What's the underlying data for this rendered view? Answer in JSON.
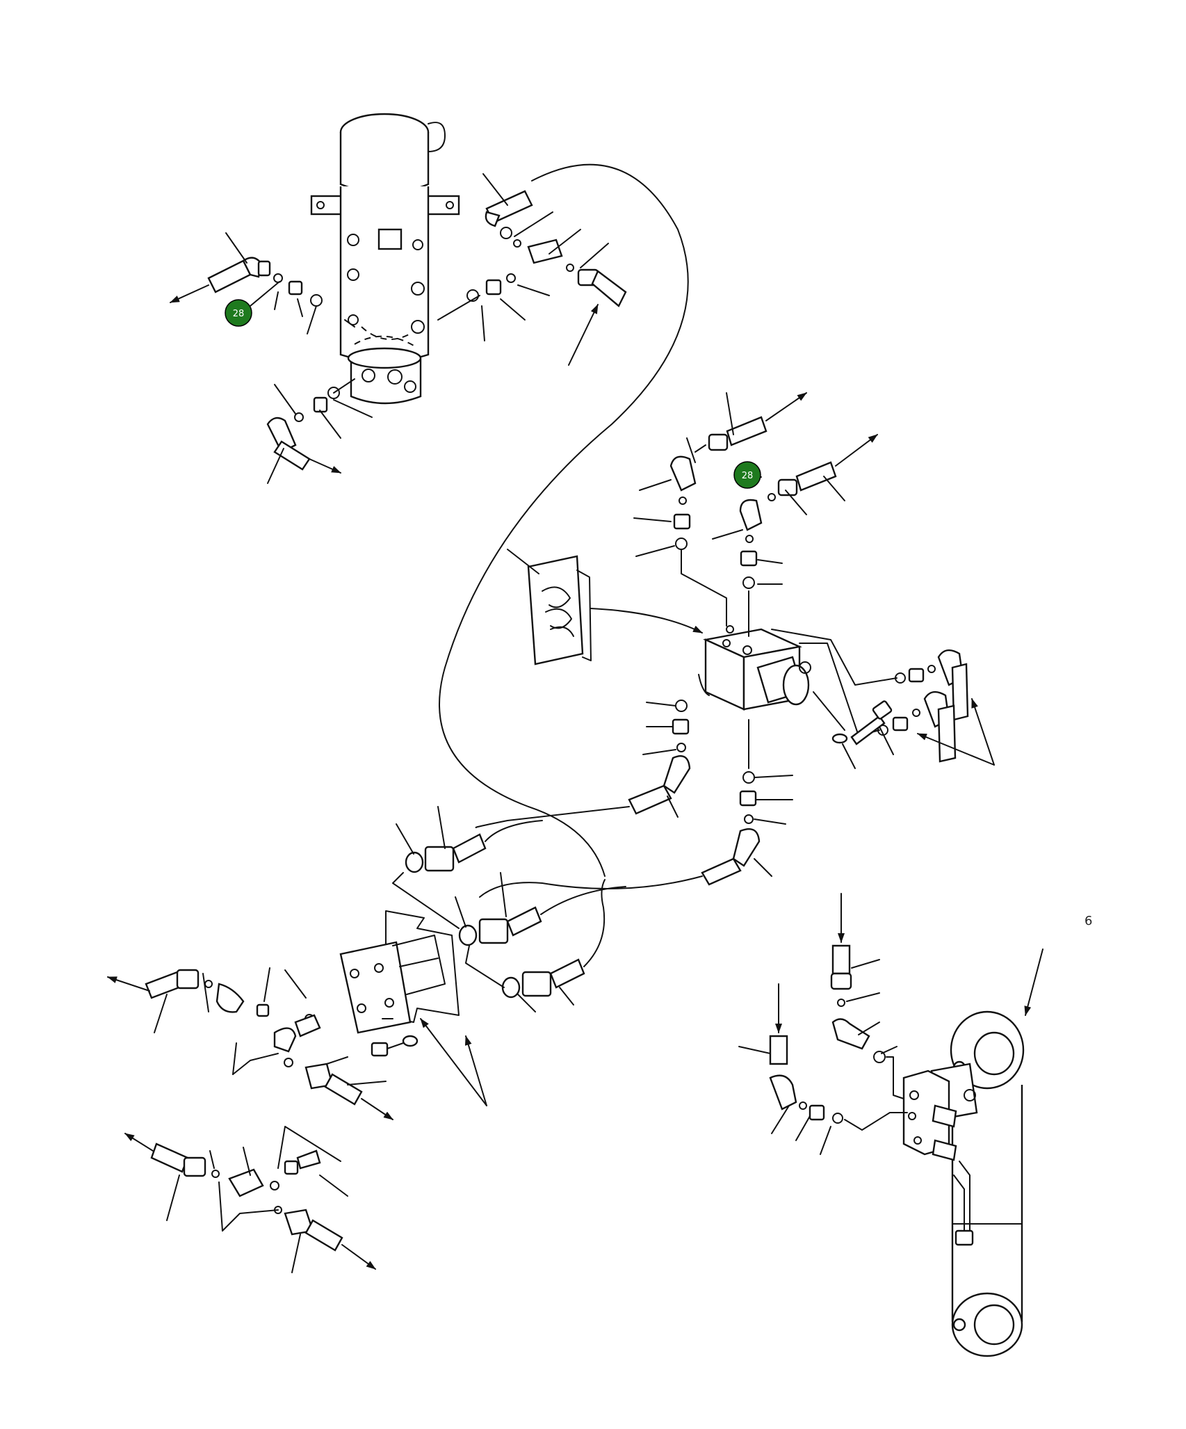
{
  "callouts": [
    {
      "label": "28",
      "color": "#1e7a1e"
    },
    {
      "label": "28",
      "color": "#1e7a1e"
    }
  ],
  "corner_mark": "6",
  "colors": {
    "line": "#111111",
    "callout": "#1e7a1e",
    "background": "#ffffff"
  }
}
